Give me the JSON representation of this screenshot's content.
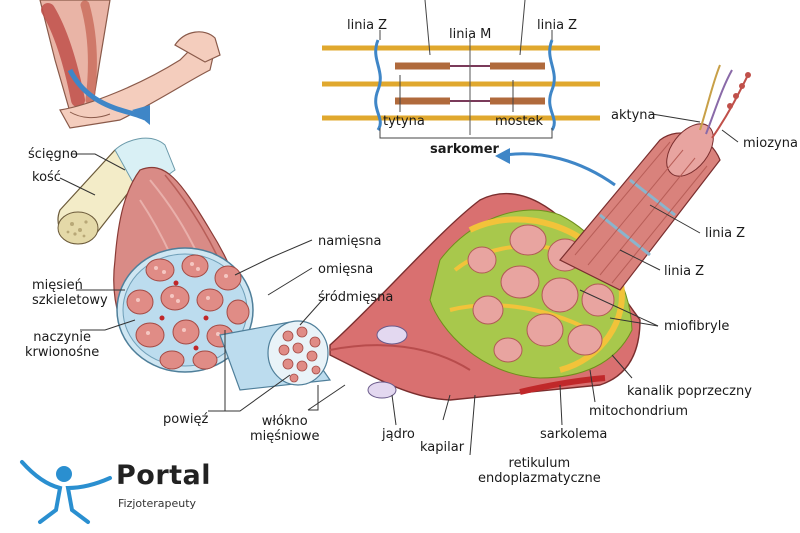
{
  "labels": {
    "linia_z_left": "linia Z",
    "linia_m": "linia M",
    "linia_z_right": "linia Z",
    "tytyna": "tytyna",
    "mostek": "mostek",
    "sarkomer": "sarkomer",
    "aktyna": "aktyna",
    "miozyna": "miozyna",
    "linia_z_fiber_1": "linia Z",
    "linia_z_fiber_2": "linia Z",
    "miofibryle": "miofibryle",
    "kanalik": "kanalik poprzeczny",
    "mitochondrium": "mitochondrium",
    "sarkolema": "sarkolema",
    "retikulum_1": "retikulum",
    "retikulum_2": "endoplazmatyczne",
    "kapilar": "kapilar",
    "jadro": "jądro",
    "wlokno_1": "włókno",
    "wlokno_2": "mięśniowe",
    "powiez": "powięź",
    "naczynie_1": "naczynie",
    "naczynie_2": "krwionośne",
    "miesien_1": "mięsień",
    "miesien_2": "szkieletowy",
    "kosc": "kość",
    "sciegno": "ścięgno",
    "namiesna": "namięsna",
    "omiesna": "omięsna",
    "srodmiesna": "śródmięsna"
  },
  "logo": {
    "title": "Portal",
    "subtitle": "Fizjoterapeuty"
  },
  "colors": {
    "muscle_red": "#c95a5a",
    "muscle_light": "#e8a4a0",
    "bone": "#f3ecc8",
    "tendon": "#d9f0f5",
    "fascia_blue": "#a9d6ea",
    "reticulum_yellow": "#f2c33a",
    "reticulum_green": "#9cc441",
    "arrow_blue": "#3f86c7",
    "actin": "#e0a82e",
    "myosin": "#b06a3c",
    "logo_blue": "#2a8fd0"
  }
}
